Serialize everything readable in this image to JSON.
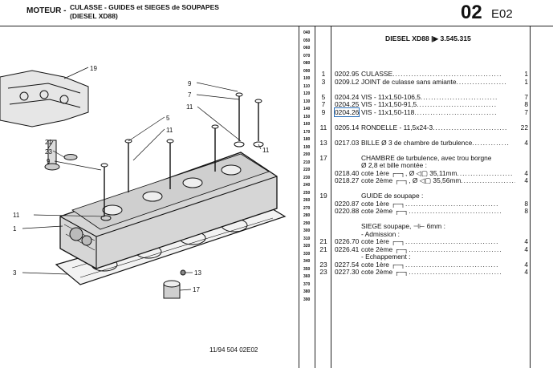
{
  "header": {
    "section": "MOTEUR -",
    "title_line1": "CULASSE - GUIDES et SIEGES de SOUPAPES",
    "title_line2": "(DIESEL XD88)",
    "page_number": "02",
    "page_code": "E02"
  },
  "footer": {
    "code": "11/94 504 02E02"
  },
  "figure": {
    "callouts": [
      "19",
      "21",
      "23",
      "9",
      "7",
      "11",
      "5",
      "11",
      "9",
      "11",
      "11",
      "1",
      "3",
      "13",
      "17"
    ]
  },
  "line_numbers": [
    "040",
    "050",
    "060",
    "070",
    "080",
    "090",
    "100",
    "110",
    "120",
    "130",
    "140",
    "150",
    "160",
    "170",
    "180",
    "190",
    "200",
    "210",
    "220",
    "230",
    "240",
    "250",
    "260",
    "270",
    "280",
    "290",
    "300",
    "310",
    "320",
    "330",
    "340",
    "350",
    "360",
    "370",
    "380",
    "390"
  ],
  "parts_list": {
    "heading": "DIESEL XD88 |▶ 3.545.315",
    "rows": [
      {
        "rep": "1",
        "ref": "0202.95",
        "desc": "CULASSE",
        "qty": "1",
        "dots": true
      },
      {
        "rep": "3",
        "ref": "0209.L2",
        "desc": "JOINT de culasse sans amiante",
        "qty": "1",
        "dots": true
      },
      {
        "rep": "5",
        "ref": "0204.24",
        "desc": "VIS - 11x1,50-106,5",
        "qty": "7",
        "dots": true
      },
      {
        "rep": "7",
        "ref": "0204.25",
        "desc": "VIS - 11x1,50-91,5",
        "qty": "8",
        "dots": true
      },
      {
        "rep": "9",
        "ref": "0204.26",
        "desc": "VIS - 11x1,50-118",
        "qty": "7",
        "dots": true,
        "highlight": true
      },
      {
        "rep": "11",
        "ref": "0205.14",
        "desc": "RONDELLE - 11,5x24-3",
        "qty": "22",
        "dots": true
      },
      {
        "rep": "13",
        "ref": "0217.03",
        "desc": "BILLE Ø 3 de chambre de turbulence",
        "qty": "4",
        "dots": true
      },
      {
        "rep": "17",
        "ref": "",
        "desc": "CHAMBRE de turbulence, avec trou borgne",
        "qty": "",
        "dots": false
      },
      {
        "rep": "",
        "ref": "",
        "desc": "Ø 2,8 et bille montée :",
        "qty": "",
        "dots": false
      },
      {
        "rep": "",
        "ref": "0218.40",
        "desc": "cote 1ère ┌─┐, Ø ◁▢ 35,11mm",
        "qty": "4",
        "dots": true
      },
      {
        "rep": "",
        "ref": "0218.27",
        "desc": "cote 2ème ┌─┐, Ø ◁▢ 35,56mm",
        "qty": "4",
        "dots": true
      },
      {
        "rep": "19",
        "ref": "",
        "desc": "GUIDE de soupape :",
        "qty": "",
        "dots": false
      },
      {
        "rep": "",
        "ref": "0220.87",
        "desc": "cote 1ère ┌─┐",
        "qty": "8",
        "dots": true
      },
      {
        "rep": "",
        "ref": "0220.88",
        "desc": "cote 2ème ┌─┐",
        "qty": "8",
        "dots": true
      },
      {
        "rep": "",
        "ref": "",
        "desc": "SIEGE soupape, ⊣⊢ 6mm :",
        "qty": "",
        "dots": false
      },
      {
        "rep": "",
        "ref": "",
        "desc": "- Admission :",
        "qty": "",
        "dots": false
      },
      {
        "rep": "21",
        "ref": "0226.70",
        "desc": "cote 1ère ┌─┐",
        "qty": "4",
        "dots": true
      },
      {
        "rep": "21",
        "ref": "0226.41",
        "desc": "cote 2ème ┌─┐",
        "qty": "4",
        "dots": true
      },
      {
        "rep": "",
        "ref": "",
        "desc": "- Echappement :",
        "qty": "",
        "dots": false
      },
      {
        "rep": "23",
        "ref": "0227.54",
        "desc": "cote 1ère ┌─┐",
        "qty": "4",
        "dots": true
      },
      {
        "rep": "23",
        "ref": "0227.30",
        "desc": "cote 2ème ┌─┐",
        "qty": "4",
        "dots": true
      }
    ]
  }
}
